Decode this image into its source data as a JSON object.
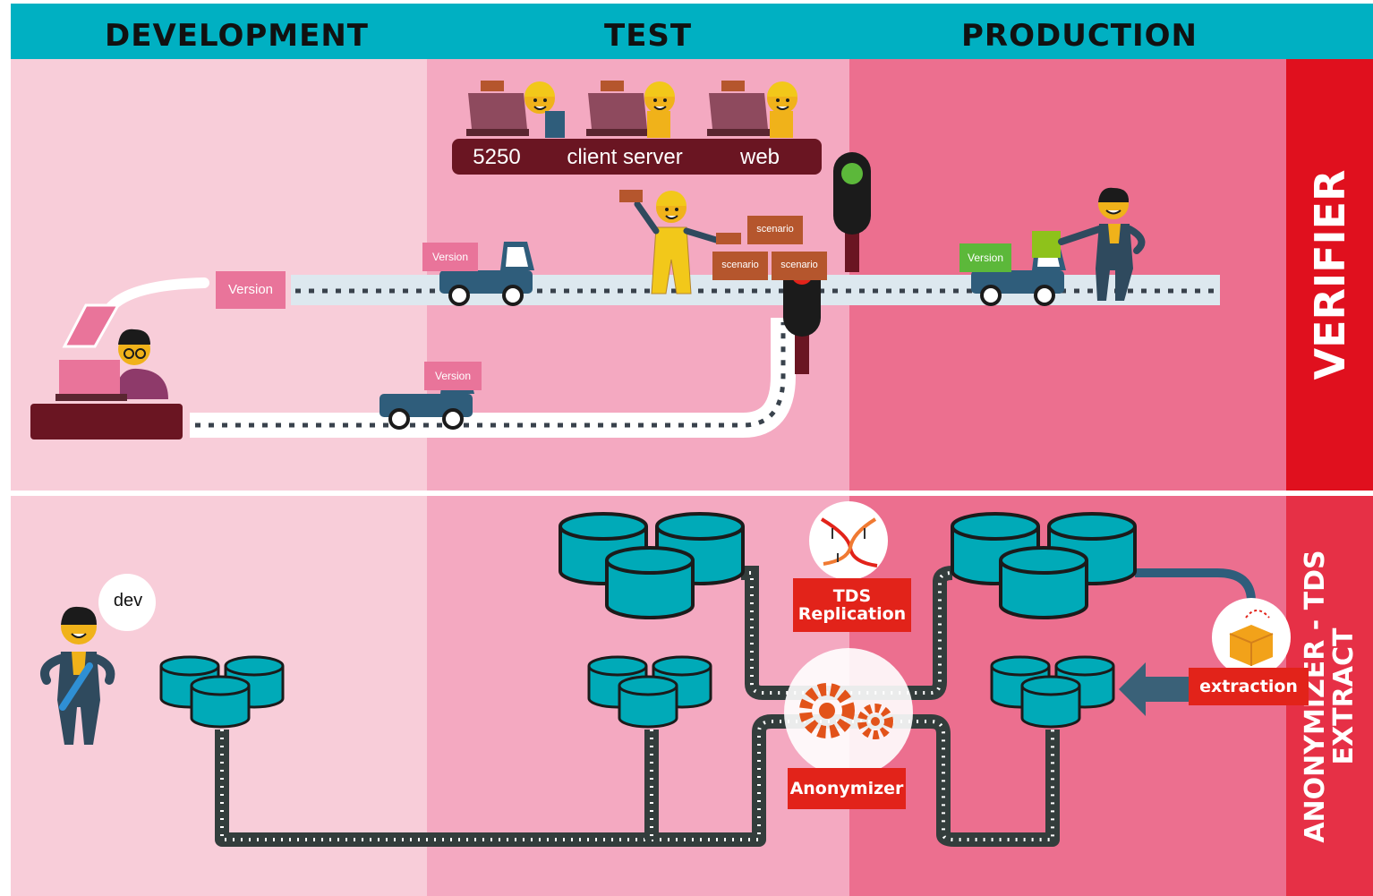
{
  "phases": {
    "development": "DEVELOPMENT",
    "test": "TEST",
    "production": "PRODUCTION"
  },
  "verifier": {
    "title": "VERIFIER",
    "platforms": [
      "5250",
      "client server",
      "web"
    ],
    "version_label": "Version",
    "scenario_label": "scenario",
    "small_sign_label": "scenario"
  },
  "anonymizer": {
    "title_line1": "ANONYMIZER - TDS",
    "title_line2": "EXTRACT",
    "dev_bubble": "dev",
    "tds_line1": "TDS",
    "tds_line2": "Replication",
    "anonymizer_label": "Anonymizer",
    "extraction_label": "extraction"
  },
  "colors": {
    "header": "#00b0c2",
    "dev_zone": "#f8cdd9",
    "test_zone": "#f4a9c1",
    "prod_zone": "#ec6f8f",
    "side_red": "#e0101e",
    "side_red2": "#e63046",
    "db": "#00aab8",
    "road": "#333d3c",
    "truck": "#2f5d7b",
    "light_green": "#5cb83a",
    "light_red": "#e2231a"
  }
}
